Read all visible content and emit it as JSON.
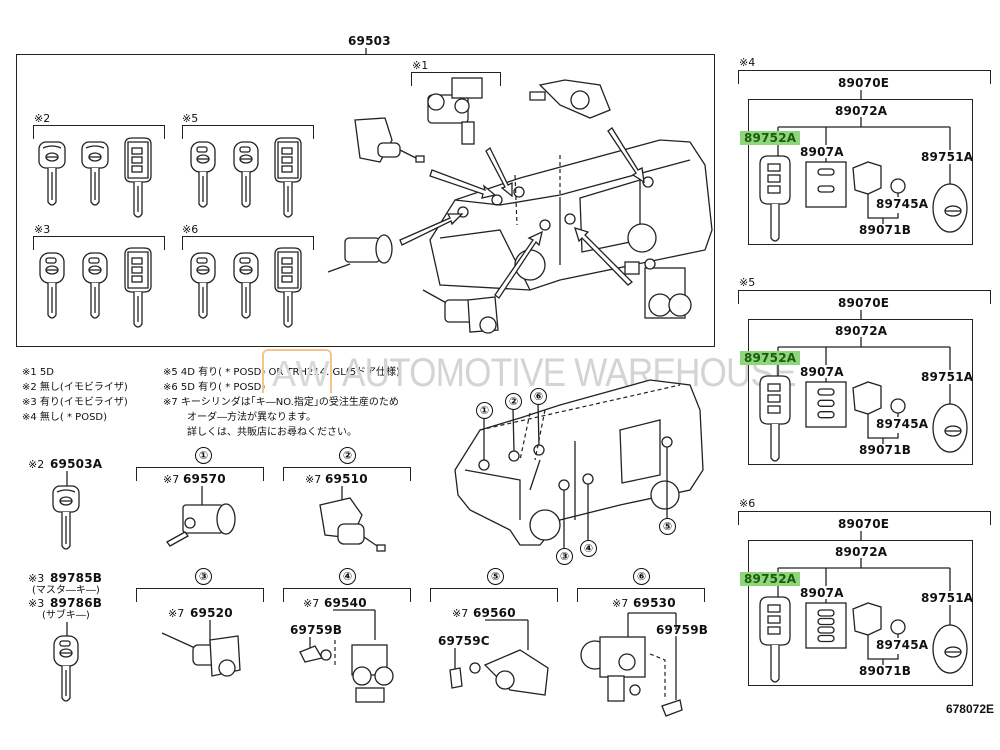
{
  "diagram": {
    "main_assembly": {
      "part_number": "69503",
      "key_sets": [
        {
          "mark": "※2",
          "keys": [
            "plain-key",
            "plain-key",
            "remote-key"
          ]
        },
        {
          "mark": "※5",
          "keys": [
            "transponder-key",
            "transponder-key",
            "remote-key"
          ]
        },
        {
          "mark": "※3",
          "keys": [
            "transponder-key",
            "transponder-key",
            "remote-key"
          ]
        },
        {
          "mark": "※6",
          "keys": [
            "transponder-key",
            "transponder-key",
            "remote-key"
          ]
        }
      ],
      "cylinder_group_mark": "※1"
    },
    "notes": {
      "left": [
        "※1 5D",
        "※2 無し(イモビライザ)",
        "※3 有り(イモビライザ)",
        "※4 無し( * POSD)"
      ],
      "right": [
        "※5 4D 有り( * POSD) OR TRH214..GL(5ドア仕様)",
        "※6 5D 有り( * POSD)",
        "※7 キーシリンダは｢キ―NO.指定｣の受注生産のため",
        "オーダ―方法が異なります。",
        "詳しくは、共販店にお尋ねください。"
      ]
    },
    "loose_keys": [
      {
        "mark": "※2",
        "part_number": "69503A"
      },
      {
        "mark": "※3",
        "part_number": "89785B",
        "description": "(マスタ―キ―)"
      },
      {
        "mark": "※3",
        "part_number": "89786B",
        "description": "(サブキ―)"
      }
    ],
    "positions": [
      {
        "index": "①",
        "mark": "※7",
        "part_number": "69570",
        "subparts": []
      },
      {
        "index": "②",
        "mark": "※7",
        "part_number": "69510",
        "subparts": []
      },
      {
        "index": "③",
        "mark": "※7",
        "part_number": "69520",
        "subparts": []
      },
      {
        "index": "④",
        "mark": "※7",
        "part_number": "69540",
        "subparts": [
          "69759B"
        ]
      },
      {
        "index": "⑤",
        "mark": "※7",
        "part_number": "69560",
        "subparts": [
          "69759C"
        ]
      },
      {
        "index": "⑥",
        "mark": "※7",
        "part_number": "69530",
        "subparts": [
          "69759B"
        ]
      }
    ],
    "van_callouts": [
      "①",
      "②",
      "⑥",
      "③",
      "④",
      "⑤"
    ],
    "remote_kits": [
      {
        "mark": "※4",
        "assembly": "89070E",
        "subassembly": "89072A",
        "highlighted_part": "89752A",
        "parts": [
          "8907A",
          "89751A",
          "89745A",
          "89071B"
        ],
        "buttons": 2
      },
      {
        "mark": "※5",
        "assembly": "89070E",
        "subassembly": "89072A",
        "highlighted_part": "89752A",
        "parts": [
          "8907A",
          "89751A",
          "89745A",
          "89071B"
        ],
        "buttons": 3
      },
      {
        "mark": "※6",
        "assembly": "89070E",
        "subassembly": "89072A",
        "highlighted_part": "89752A",
        "parts": [
          "8907A",
          "89751A",
          "89745A",
          "89071B"
        ],
        "buttons": 4
      }
    ],
    "highlight_color": "#8fd67a",
    "watermark": {
      "logo": "AW",
      "text": "AUTOMOTIVE WAREHOUSE",
      "logo_color": "#f5c48a"
    },
    "illustration_code": "678072E"
  }
}
